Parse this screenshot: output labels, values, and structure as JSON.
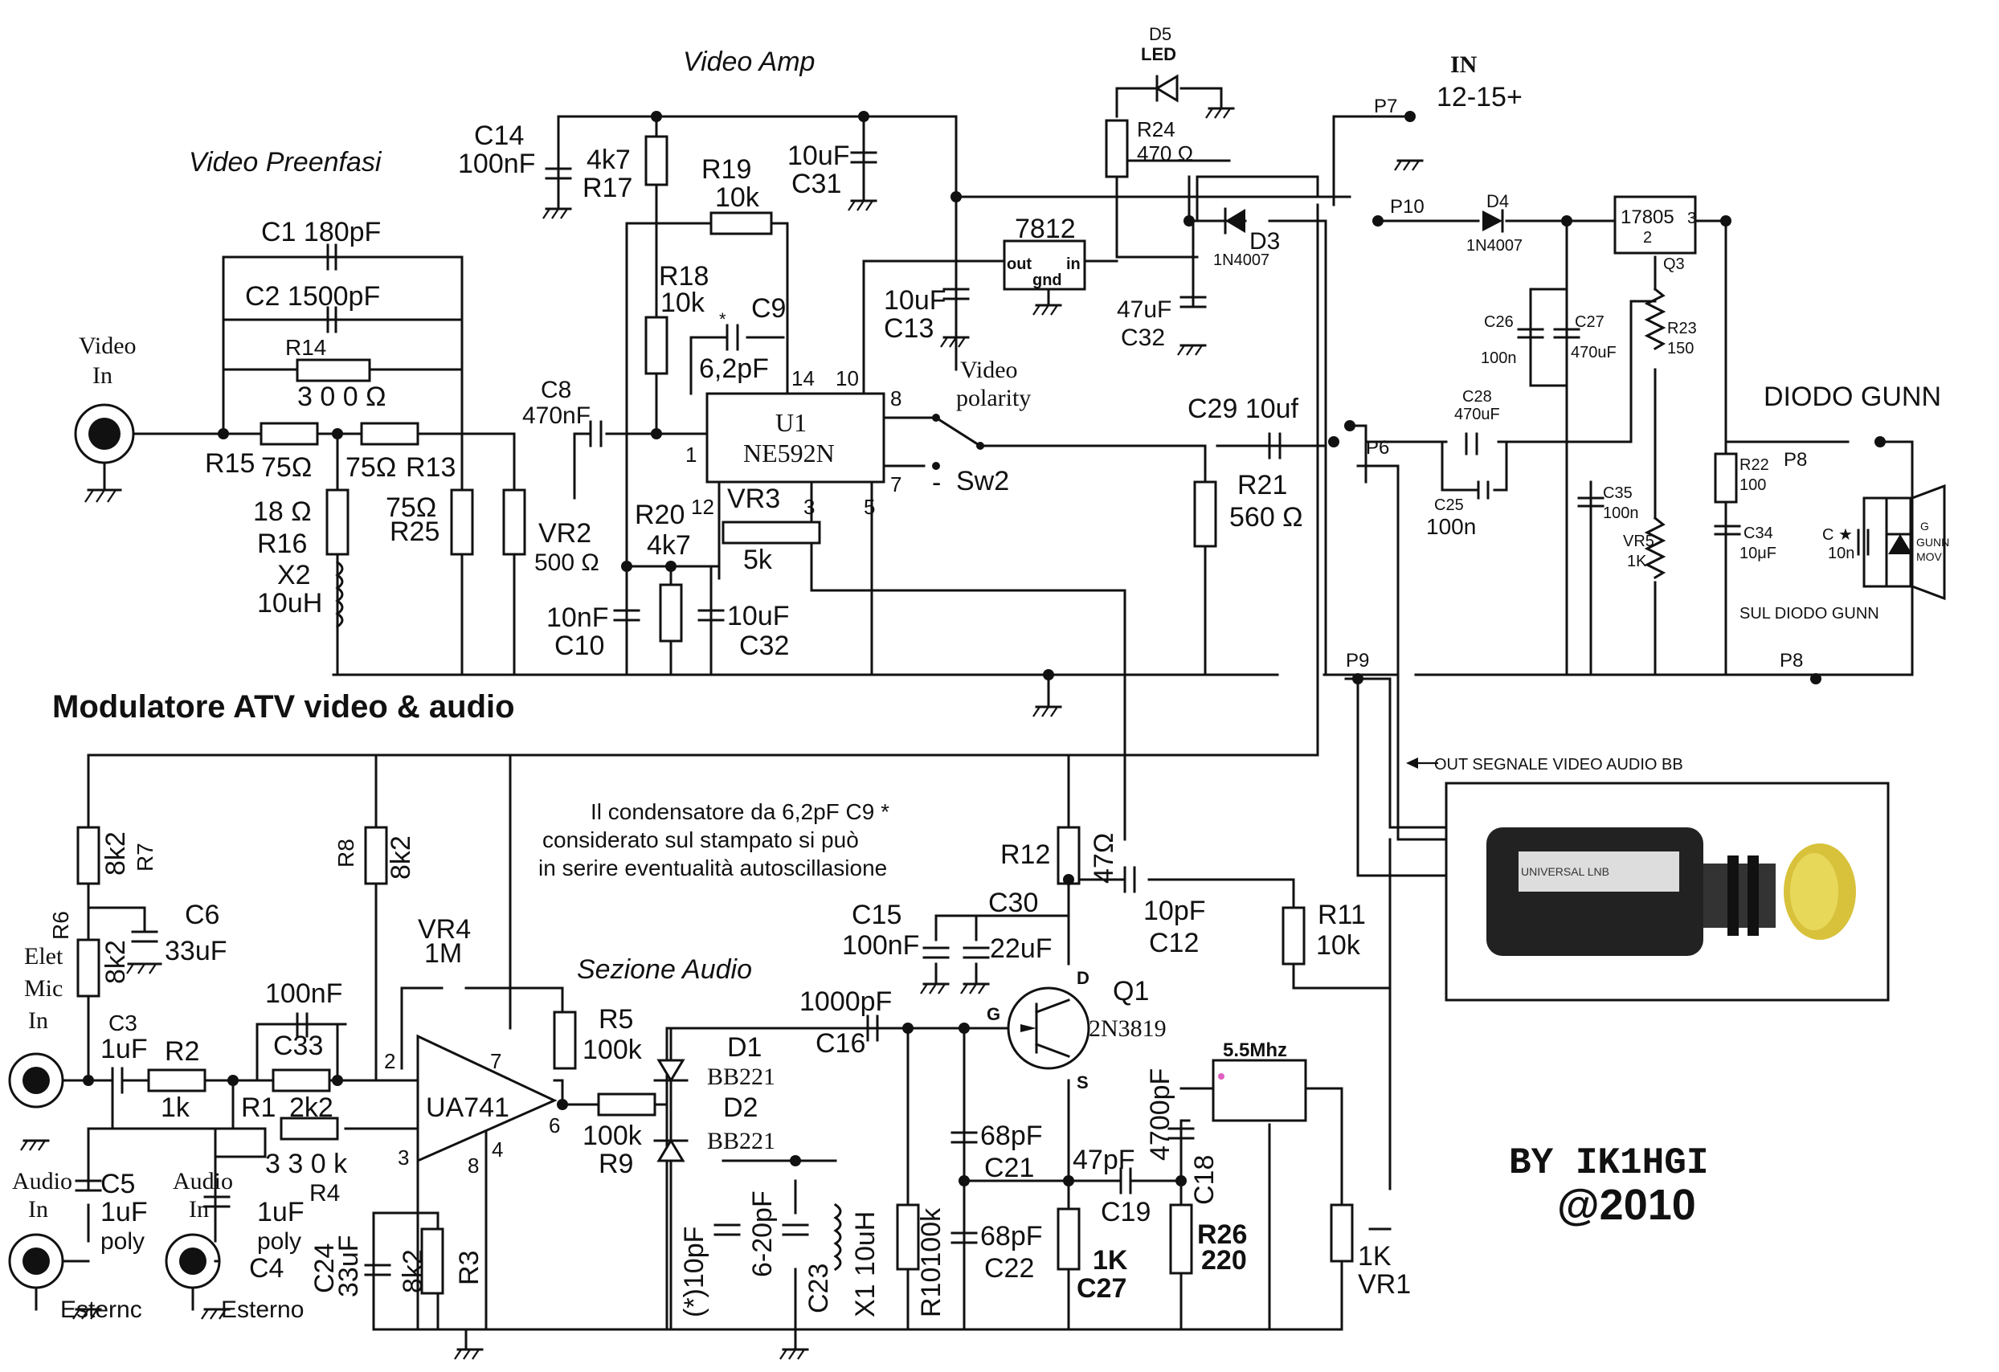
{
  "sections": {
    "video_preenfasi": "Video Preenfasi",
    "video_amp": "Video Amp",
    "sezione_audio": "Sezione Audio",
    "title": "Modulatore ATV video & audio",
    "diodo_gunn": "DIODO GUNN",
    "sul_diodo_gunn": "SUL DIODO GUNN",
    "out_segnale": "OUT SEGNALE VIDEO AUDIO BB"
  },
  "note": {
    "line1": "Il condensatore da 6,2pF C9 *",
    "line2": "considerato sul stampato si può",
    "line3": "in serire eventualità autoscillasione"
  },
  "signature": {
    "by": "BY  IK1HGI",
    "year": "@2010"
  },
  "power": {
    "in": "IN",
    "voltage": "12-15+"
  },
  "inputs": {
    "video_in_1": "Video",
    "video_in_2": "In",
    "elet_mic_1": "Elet",
    "elet_mic_2": "Mic",
    "elet_mic_3": "In",
    "audio_in_a1": "Audio",
    "audio_in_a2": "In",
    "audio_in_b1": "Audio",
    "audio_in_b2": "In",
    "esterno_a": "Esternc",
    "esterno_b": "Esterno"
  },
  "ports": [
    "P7",
    "P10",
    "P6",
    "P9",
    "P8",
    "P8"
  ],
  "switch": {
    "label_1": "Video",
    "label_2": "polarity",
    "name": "Sw2"
  },
  "ics": {
    "u1_name": "U1",
    "u1_part": "NE592N",
    "ua741": "UA741",
    "reg_7812": "7812",
    "reg_out": "out",
    "reg_in": "in",
    "reg_gnd": "gnd",
    "reg_17805": "17805",
    "q3": "Q3",
    "q1": "Q1",
    "q1_part": "2N3819"
  },
  "components": {
    "c1": "C1 180pF",
    "c2": "C2 1500pF",
    "r14": "R14",
    "r14_val": "3 0 0  Ω",
    "r15": "R15",
    "r15_val": "75Ω",
    "r13_val": "75Ω",
    "r13": "R13",
    "r16_val": "18 Ω",
    "r16": "R16",
    "r25_val": "75Ω",
    "r25": "R25",
    "x2": "X2",
    "x2_val": "10uH",
    "c8": "C8",
    "c8_val": "470nF",
    "vr2": "VR2",
    "vr2_val": "500 Ω",
    "c14": "C14",
    "c14_val": "100nF",
    "r17_val": "4k7",
    "r17": "R17",
    "r19": "R19",
    "r19_val": "10k",
    "r18": "R18",
    "r18_val": "10k",
    "c9": "C9",
    "c9_star": "*",
    "c9_val": "6,2pF",
    "c31_val": "10uF",
    "c31": "C31",
    "r20": "R20",
    "r20_val": "4k7",
    "vr3": "VR3",
    "vr3_val": "5k",
    "c10_val": "10nF",
    "c10": "C10",
    "c32a_val": "10uF",
    "c32a": "C32",
    "c13_val": "10uF",
    "c13": "C13",
    "c32b_val": "47uF",
    "c32b": "C32",
    "d5": "D5",
    "d5_type": "LED",
    "r24": "R24",
    "r24_val": "470 Ω",
    "d3": "D3",
    "d3_part": "1N4007",
    "d4": "D4",
    "d4_part": "1N4007",
    "c29": "C29 10uf",
    "r21": "R21",
    "r21_val": "560 Ω",
    "c26": "C26",
    "c26_val": "100n",
    "c27": "C27",
    "c27_val": "470uF",
    "r23": "R23",
    "r23_val": "150",
    "c28": "C28",
    "c28_val": "470uF",
    "c25": "C25",
    "c25_val": "100n",
    "c35": "C35",
    "c35_val": "100n",
    "vr5": "VR5",
    "vr5_val": "1K",
    "r22": "R22",
    "r22_val": "100",
    "c34": "C34",
    "c34_val": "10μF",
    "cstar": "C ★",
    "cstar_val": "10n",
    "gunn_1": "G",
    "gunn_2": "GUNN",
    "gunn_3": "MOV",
    "r7_val": "8k2",
    "r7": "R7",
    "r6": "R6",
    "r6_val": "8k2",
    "c6": "C6",
    "c6_val": "33uF",
    "r8": "R8",
    "r8_val": "8k2",
    "vr4": "VR4",
    "vr4_val": "1M",
    "c3": "C3",
    "c3_val": "1uF",
    "r2": "R2",
    "r2_val": "1k",
    "c33_val": "100nF",
    "c33": "C33",
    "r1": "R1",
    "r1_val": "2k2",
    "r4_val": "3 3 0 k",
    "r4": "R4",
    "c5": "C5",
    "c5_val": "1uF",
    "c5_type": "poly",
    "c4_val": "1uF",
    "c4_type": "poly",
    "c4": "C4",
    "c24": "C24",
    "c24_val": "33uF",
    "r3_val": "8k2",
    "r3": "R3",
    "r5": "R5",
    "r5_val": "100k",
    "r9_val": "100k",
    "r9": "R9",
    "d1": "D1",
    "d1_part": "BB221",
    "d2": "D2",
    "d2_part": "BB221",
    "c16_val": "1000pF",
    "c16": "C16",
    "c15": "C15",
    "c15_val": "100nF",
    "c30": "C30",
    "c30_val": "22uF",
    "r12": "R12",
    "r12_val": "47Ω",
    "c12_val": "10pF",
    "c12": "C12",
    "r11": "R11",
    "r11_val": "10k",
    "c21_val": "68pF",
    "c21": "C21",
    "c22_val": "68pF",
    "c22": "C22",
    "c19_val": "47pF",
    "c19": "C19",
    "c18_val": "4700pF",
    "c18": "C18",
    "r26": "R26",
    "r26_val": "220",
    "c27b_val": "1K",
    "c27b": "C27",
    "vr1_val": "1K",
    "vr1": "VR1",
    "xtal": "5.5Mhz",
    "c10pf": "(*)10pF",
    "c23_val": "6-20pF",
    "c23": "C23",
    "x1": "X1 10uH",
    "r10": "R10100k"
  },
  "pins": {
    "u1_1": "1",
    "u1_8": "8",
    "u1_10": "10",
    "u1_14": "14",
    "u1_12": "12",
    "u1_3": "3",
    "u1_5": "5",
    "u1_7": "7",
    "op_2": "2",
    "op_3": "3",
    "op_7": "7",
    "op_6": "6",
    "op_8": "8",
    "op_4": "4",
    "q1_d": "D",
    "q1_g": "G",
    "q1_s": "S",
    "q3_2": "2",
    "q3_3": "3",
    "sw_dash": "-"
  },
  "lnb": {
    "label": "UNIVERSAL  LNB"
  }
}
